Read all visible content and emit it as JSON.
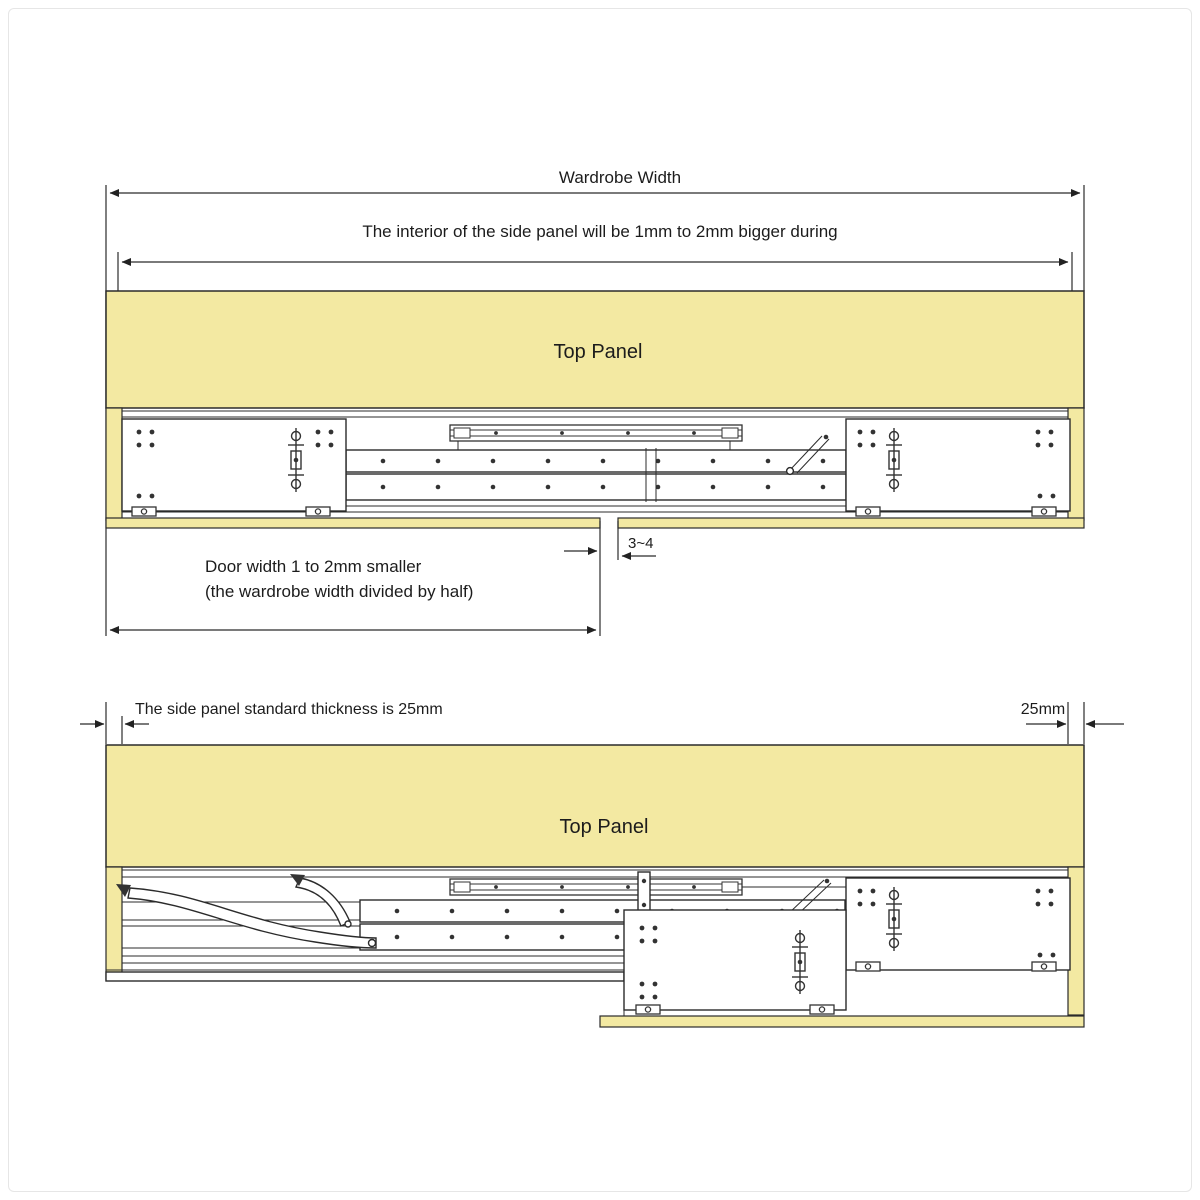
{
  "colors": {
    "background": "#ffffff",
    "panel": "#f3e9a2",
    "line": "#2b2b2b"
  },
  "diagram_top": {
    "wardrobe_width_label": "Wardrobe Width",
    "interior_note": "The interior of the side panel will be 1mm to 2mm bigger during",
    "top_panel_label": "Top Panel",
    "center_gap_label": "3~4",
    "door_width_note_line1": "Door width 1 to 2mm smaller",
    "door_width_note_line2": "(the wardrobe width divided by half)"
  },
  "diagram_bottom": {
    "side_panel_note": "The side panel standard thickness is 25mm",
    "right_thickness_label": "25mm",
    "top_panel_label": "Top Panel"
  }
}
